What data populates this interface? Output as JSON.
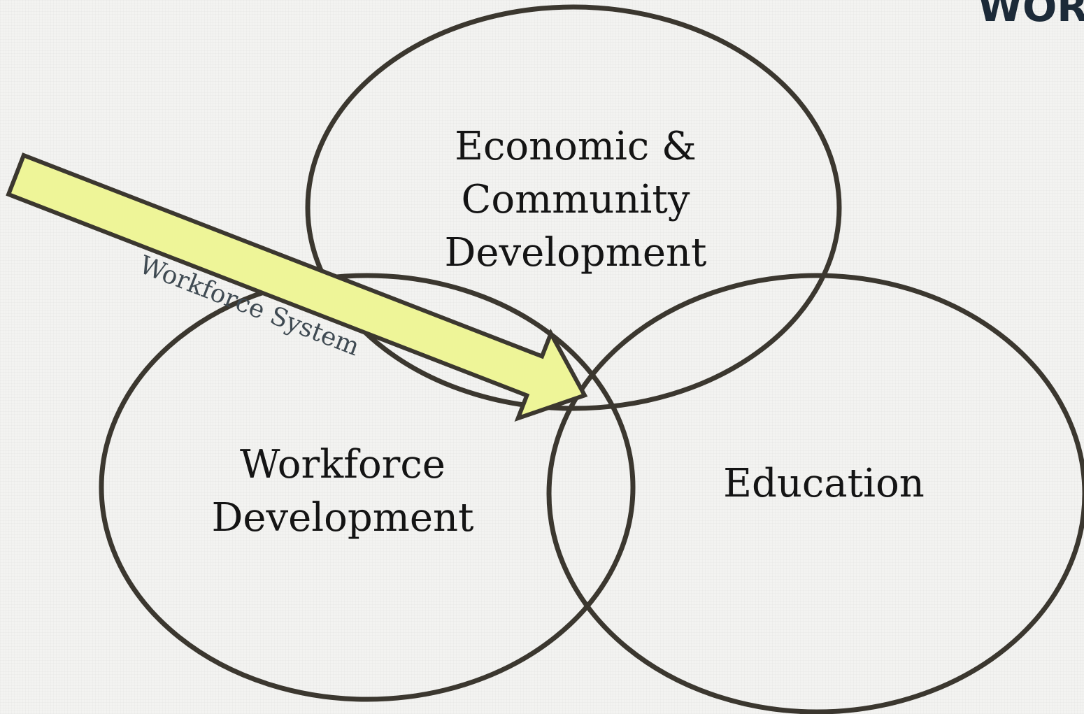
{
  "corner_logo": {
    "text": "WOR"
  },
  "diagram": {
    "circles": [
      {
        "id": "economic",
        "lines": [
          "Economic &",
          "Community",
          "Development"
        ]
      },
      {
        "id": "workforce",
        "lines": [
          "Workforce",
          "Development"
        ]
      },
      {
        "id": "education",
        "lines": [
          "Education"
        ]
      }
    ],
    "arrow": {
      "label": "Workforce System"
    }
  },
  "colors": {
    "background": "#f3f3f1",
    "circle_stroke": "#3b372f",
    "arrow_fill": "#eef598",
    "arrow_stroke": "#3b372f",
    "arrow_text": "#3f4a52",
    "logo": "#1c2a38"
  }
}
